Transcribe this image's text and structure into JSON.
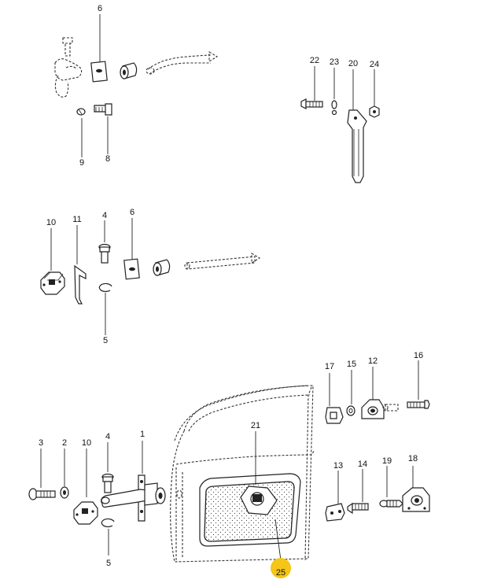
{
  "callouts": {
    "c6a": "6",
    "c9": "9",
    "c8": "8",
    "c22": "22",
    "c23": "23",
    "c20": "20",
    "c24": "24",
    "c10a": "10",
    "c11": "11",
    "c4a": "4",
    "c6b": "6",
    "c5a": "5",
    "c17": "17",
    "c15": "15",
    "c12": "12",
    "c16": "16",
    "c21": "21",
    "c3": "3",
    "c2": "2",
    "c10b": "10",
    "c4b": "4",
    "c1": "1",
    "c5b": "5",
    "c13": "13",
    "c14": "14",
    "c19": "19",
    "c18": "18",
    "c25": "25"
  },
  "colors": {
    "highlight": "#f5c518",
    "line": "#222222"
  }
}
